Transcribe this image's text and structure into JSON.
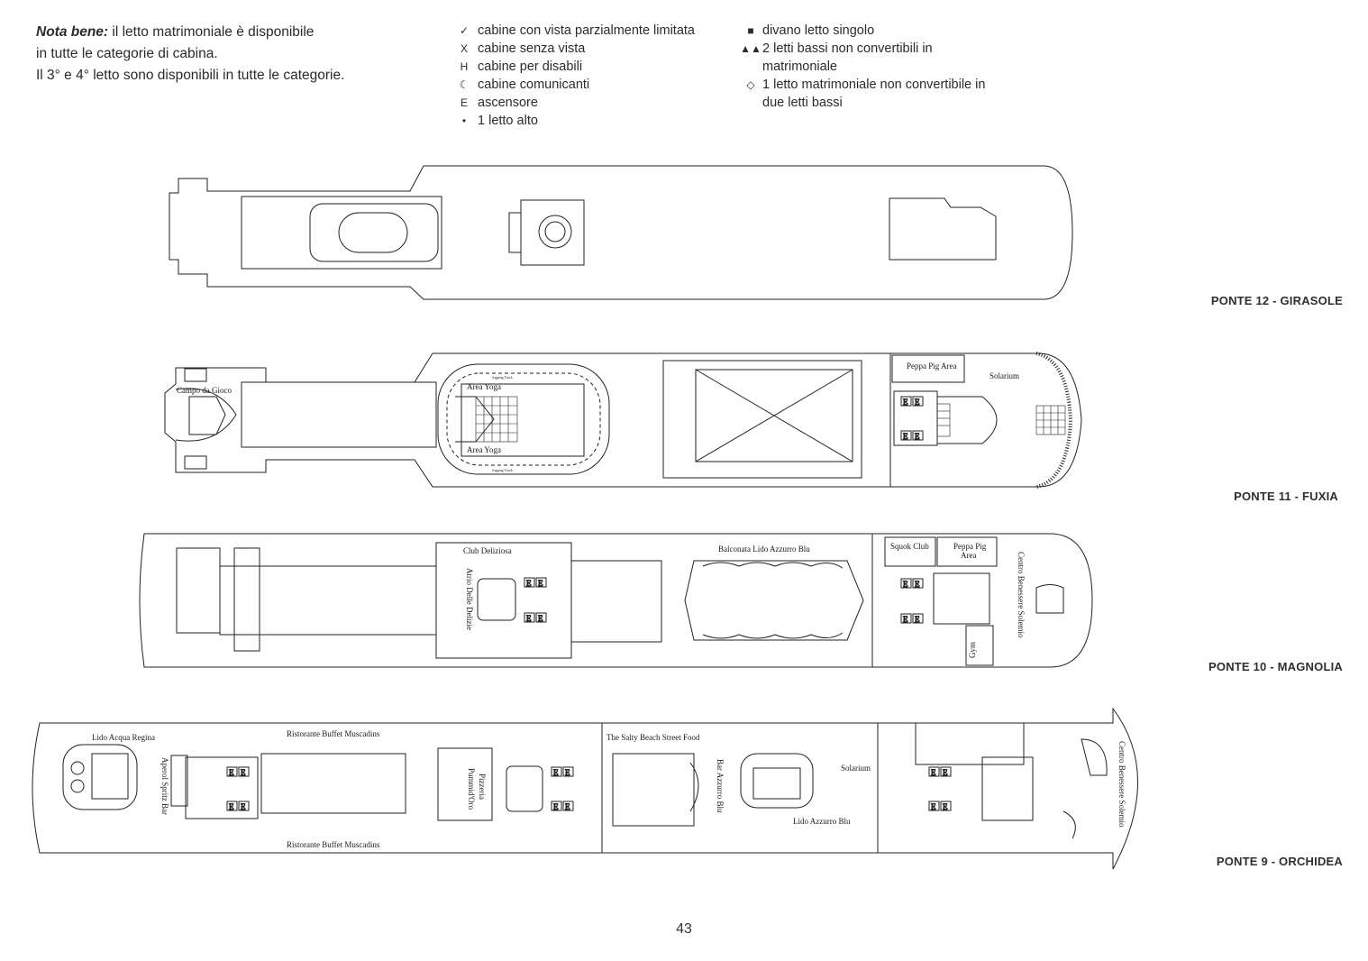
{
  "note": {
    "bold": "Nota bene:",
    "line1": " il letto matrimoniale è disponibile",
    "line2": "in tutte le categorie di cabina.",
    "line3": "Il 3° e 4° letto sono disponibili in tutte le categorie."
  },
  "legend_a": [
    {
      "symbol": "✓",
      "text": "cabine con vista parzialmente limitata"
    },
    {
      "symbol": "X",
      "text": "cabine senza vista"
    },
    {
      "symbol": "H",
      "text": "cabine per disabili"
    },
    {
      "symbol": "☾",
      "text": "cabine comunicanti"
    },
    {
      "symbol": "E",
      "text": "ascensore"
    },
    {
      "symbol": "•",
      "text": "1 letto alto"
    }
  ],
  "legend_b": [
    {
      "symbol": "■",
      "text": "divano letto singolo"
    },
    {
      "symbol": "▲▲",
      "text": "2 letti bassi non convertibili in"
    },
    {
      "symbol": "",
      "text": "matrimoniale"
    },
    {
      "symbol": "◇",
      "text": "1 letto matrimoniale non convertibile in"
    },
    {
      "symbol": "",
      "text": "due letti bassi"
    }
  ],
  "decks": {
    "d12": "PONTE 12 - GIRASOLE",
    "d11": "PONTE 11 - FUXIA",
    "d10": "PONTE 10 - MAGNOLIA",
    "d9": "PONTE 9 - ORCHIDEA"
  },
  "areas11": {
    "campo": "Campo da Gioco",
    "yoga1": "Area Yoga",
    "yoga2": "Area Yoga",
    "jog1": "Jogging Track",
    "jog2": "Jogging Track",
    "peppa": "Peppa Pig Area",
    "solarium": "Solarium"
  },
  "areas10": {
    "club": "Club Deliziosa",
    "atrio": "Atrio Delle Delizie",
    "balconata": "Balconata  Lido Azzurro Blu",
    "squok": "Squok Club",
    "peppa1": "Peppa Pig",
    "peppa2": "Area",
    "centro": "Centro Benessere Solemio",
    "gym": "Gym"
  },
  "areas9": {
    "lido_acqua": "Lido Acqua Regina",
    "ristorante1": "Ristorante Buffet Muscadins",
    "ristorante2": "Ristorante Buffet Muscadins",
    "aperol": "Aperol Spritz Bar",
    "pizzeria1": "Pizzeria",
    "pizzeria2": "Pummid'Oro",
    "salty": "The Salty Beach Street Food",
    "bar_azzurro": "Bar Azzurro Blu",
    "lido_azzurro": "Lido Azzurro Blu",
    "solarium": "Solarium",
    "centro": "Centro Benessere Solemio"
  },
  "elevator_glyph": "E",
  "page_number": "43"
}
